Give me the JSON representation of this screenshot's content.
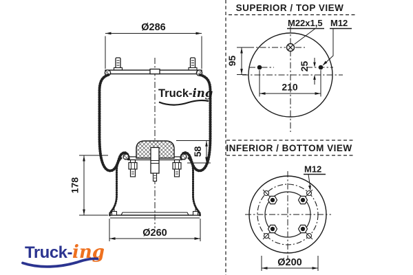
{
  "main_view": {
    "dim_top_diameter": "Ø286",
    "dim_bumper_height": "58",
    "dim_height": "178",
    "dim_bottom_diameter": "Ø260",
    "watermark_part1": "Truck-",
    "watermark_part2": "ing"
  },
  "top_view": {
    "title": "SUPERIOR / TOP VIEW",
    "label_air_fitting": "M22x1,5",
    "label_stud": "M12",
    "dim_fitting_offset": "95",
    "dim_stud_offset": "25",
    "dim_stud_spacing": "210"
  },
  "bottom_view": {
    "title": "INFERIOR / BOTTOM VIEW",
    "label_stud": "M12",
    "dim_bolt_circle": "Ø200"
  },
  "logo": {
    "part1": "Truck-",
    "part2": "ing"
  },
  "colors": {
    "line": "#1a1a1a",
    "logo_navy": "#2b3490",
    "logo_orange": "#ee7120"
  }
}
